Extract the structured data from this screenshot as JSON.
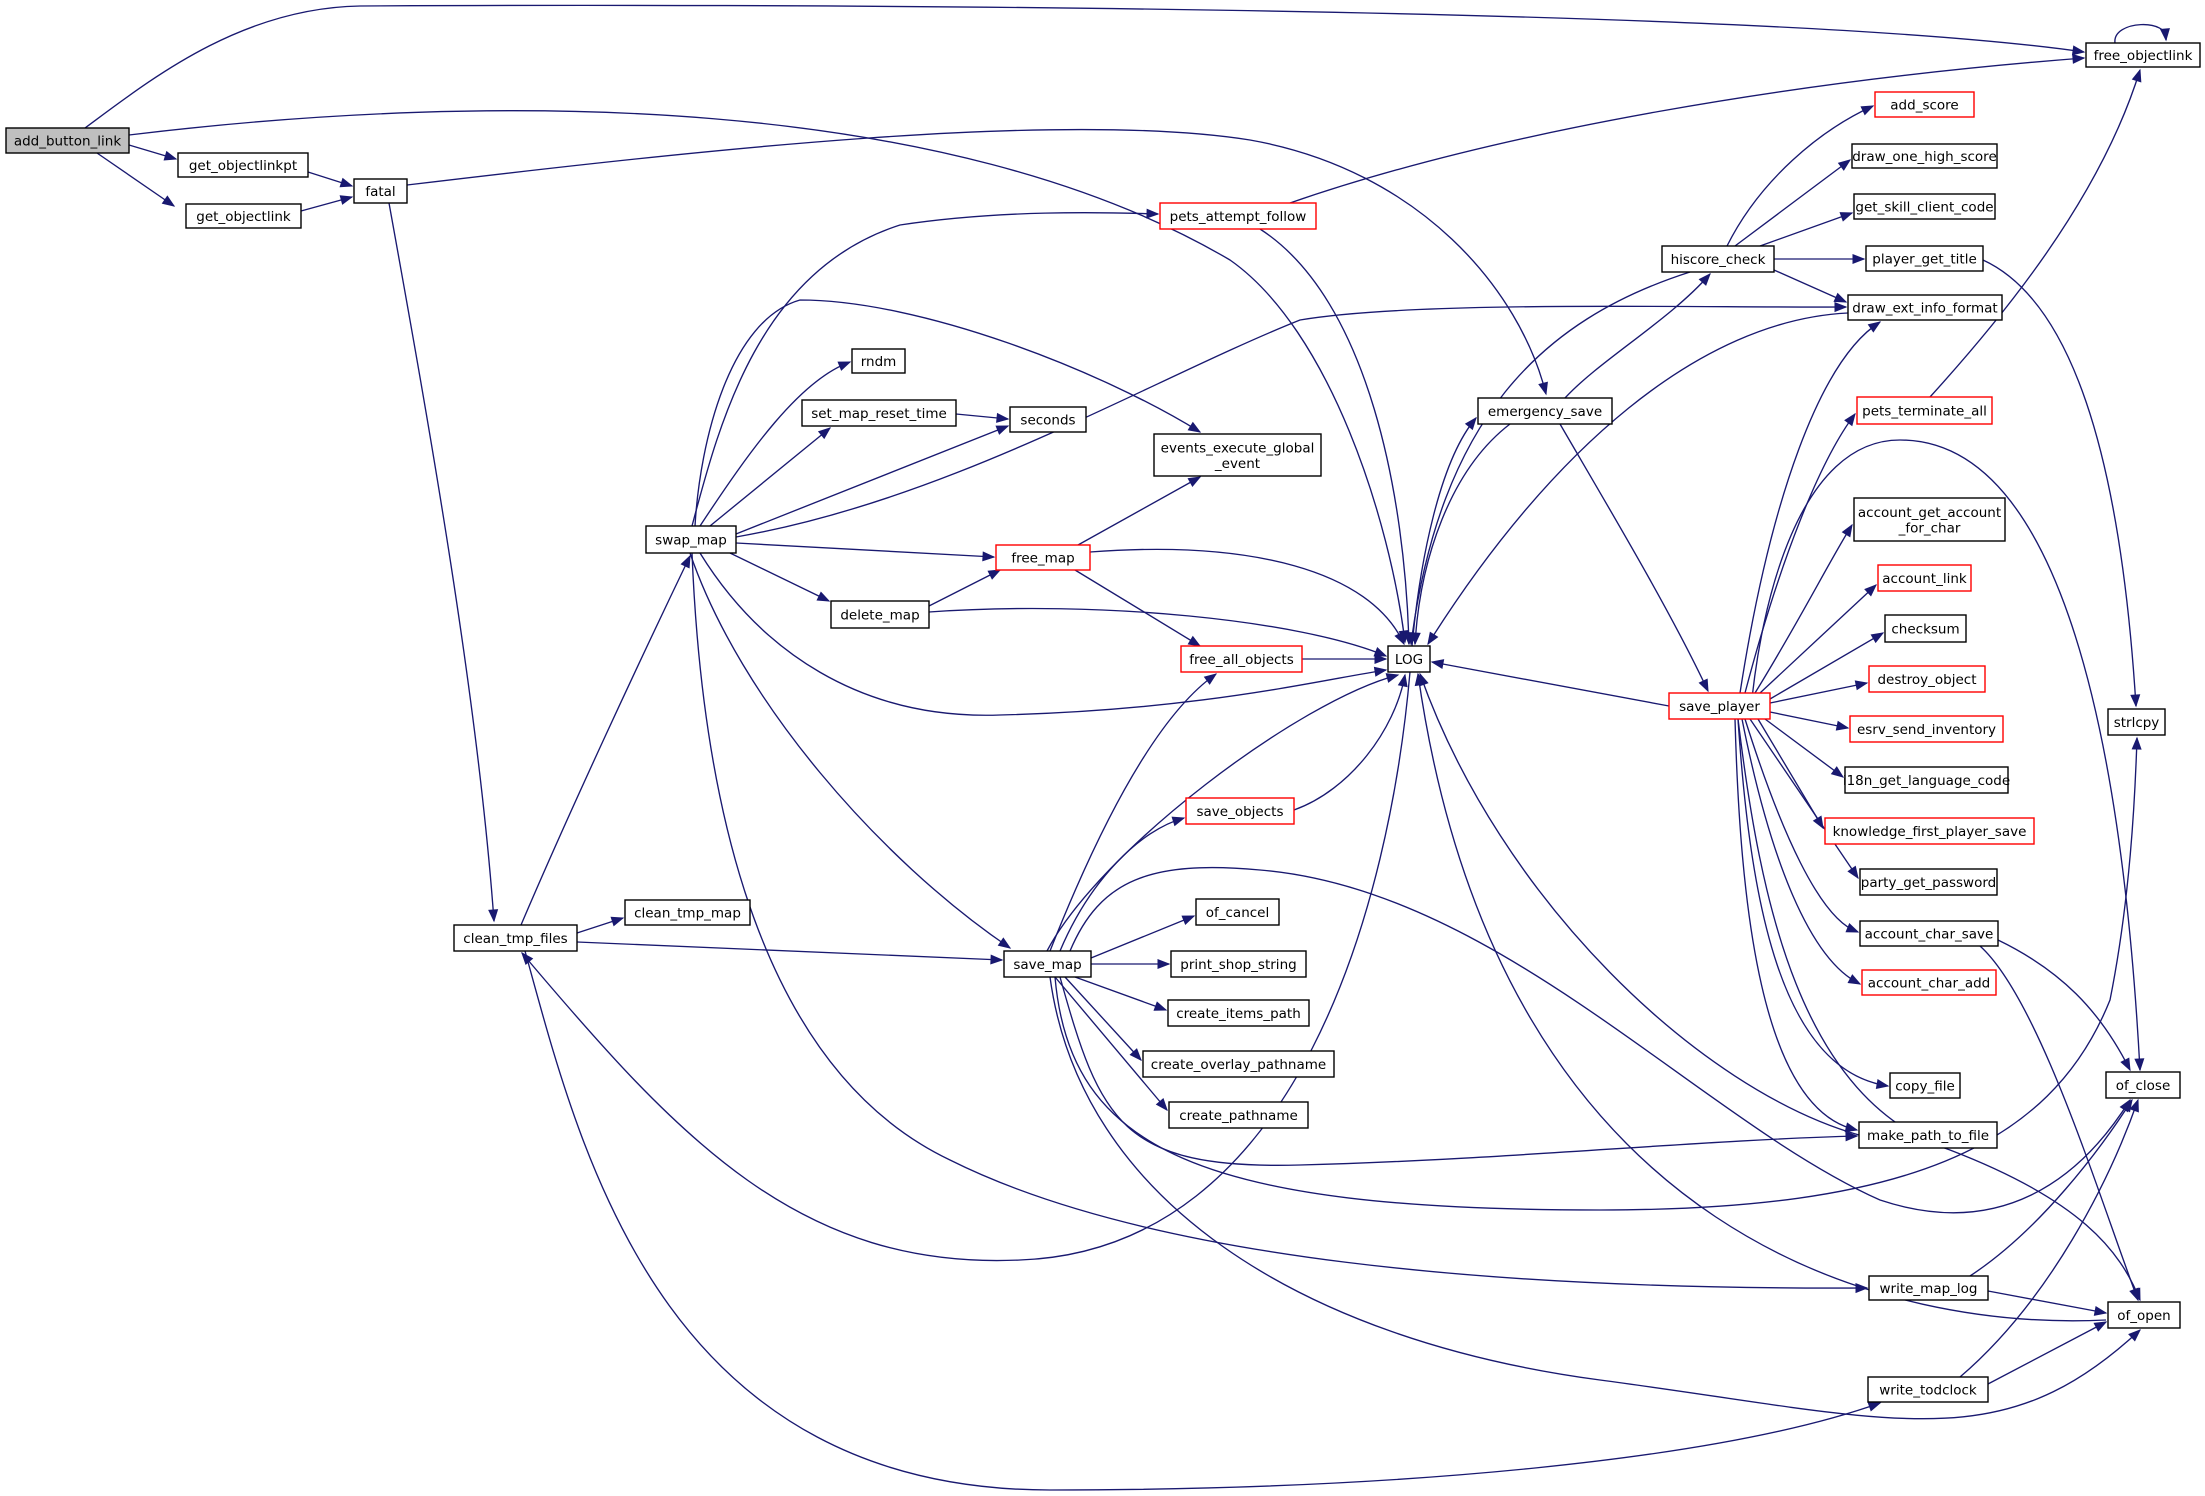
{
  "colors": {
    "edge": "#191970",
    "node_border": "#000000",
    "node_border_truncated": "#ff0000",
    "node_fill": "#ffffff",
    "root_fill": "#bfbfbf",
    "text": "#000000"
  },
  "nodes": [
    {
      "id": "add_button_link",
      "label": [
        "add_button_link"
      ],
      "style": "root"
    },
    {
      "id": "get_objectlinkpt",
      "label": [
        "get_objectlinkpt"
      ],
      "style": "normal"
    },
    {
      "id": "get_objectlink",
      "label": [
        "get_objectlink"
      ],
      "style": "normal"
    },
    {
      "id": "fatal",
      "label": [
        "fatal"
      ],
      "style": "normal"
    },
    {
      "id": "free_objectlink",
      "label": [
        "free_objectlink"
      ],
      "style": "normal"
    },
    {
      "id": "clean_tmp_files",
      "label": [
        "clean_tmp_files"
      ],
      "style": "normal"
    },
    {
      "id": "clean_tmp_map",
      "label": [
        "clean_tmp_map"
      ],
      "style": "normal"
    },
    {
      "id": "swap_map",
      "label": [
        "swap_map"
      ],
      "style": "normal"
    },
    {
      "id": "save_map",
      "label": [
        "save_map"
      ],
      "style": "normal"
    },
    {
      "id": "rndm",
      "label": [
        "rndm"
      ],
      "style": "normal"
    },
    {
      "id": "set_map_reset_time",
      "label": [
        "set_map_reset_time"
      ],
      "style": "normal"
    },
    {
      "id": "seconds",
      "label": [
        "seconds"
      ],
      "style": "normal"
    },
    {
      "id": "delete_map",
      "label": [
        "delete_map"
      ],
      "style": "normal"
    },
    {
      "id": "pets_attempt_follow",
      "label": [
        "pets_attempt_follow"
      ],
      "style": "truncated"
    },
    {
      "id": "events_execute_global_event",
      "label": [
        "events_execute_global",
        "_event"
      ],
      "style": "normal"
    },
    {
      "id": "free_map",
      "label": [
        "free_map"
      ],
      "style": "truncated"
    },
    {
      "id": "free_all_objects",
      "label": [
        "free_all_objects"
      ],
      "style": "truncated"
    },
    {
      "id": "save_objects",
      "label": [
        "save_objects"
      ],
      "style": "truncated"
    },
    {
      "id": "of_cancel",
      "label": [
        "of_cancel"
      ],
      "style": "normal"
    },
    {
      "id": "print_shop_string",
      "label": [
        "print_shop_string"
      ],
      "style": "normal"
    },
    {
      "id": "create_items_path",
      "label": [
        "create_items_path"
      ],
      "style": "normal"
    },
    {
      "id": "create_overlay_pathname",
      "label": [
        "create_overlay_pathname"
      ],
      "style": "normal"
    },
    {
      "id": "create_pathname",
      "label": [
        "create_pathname"
      ],
      "style": "normal"
    },
    {
      "id": "LOG",
      "label": [
        "LOG"
      ],
      "style": "normal"
    },
    {
      "id": "emergency_save",
      "label": [
        "emergency_save"
      ],
      "style": "normal"
    },
    {
      "id": "hiscore_check",
      "label": [
        "hiscore_check"
      ],
      "style": "normal"
    },
    {
      "id": "save_player",
      "label": [
        "save_player"
      ],
      "style": "truncated"
    },
    {
      "id": "add_score",
      "label": [
        "add_score"
      ],
      "style": "truncated"
    },
    {
      "id": "draw_one_high_score",
      "label": [
        "draw_one_high_score"
      ],
      "style": "normal"
    },
    {
      "id": "get_skill_client_code",
      "label": [
        "get_skill_client_code"
      ],
      "style": "normal"
    },
    {
      "id": "player_get_title",
      "label": [
        "player_get_title"
      ],
      "style": "normal"
    },
    {
      "id": "draw_ext_info_format",
      "label": [
        "draw_ext_info_format"
      ],
      "style": "normal"
    },
    {
      "id": "pets_terminate_all",
      "label": [
        "pets_terminate_all"
      ],
      "style": "truncated"
    },
    {
      "id": "account_get_account_for_char",
      "label": [
        "account_get_account",
        "_for_char"
      ],
      "style": "normal"
    },
    {
      "id": "account_link",
      "label": [
        "account_link"
      ],
      "style": "truncated"
    },
    {
      "id": "checksum",
      "label": [
        "checksum"
      ],
      "style": "normal"
    },
    {
      "id": "destroy_object",
      "label": [
        "destroy_object"
      ],
      "style": "truncated"
    },
    {
      "id": "esrv_send_inventory",
      "label": [
        "esrv_send_inventory"
      ],
      "style": "truncated"
    },
    {
      "id": "i18n_get_language_code",
      "label": [
        "i18n_get_language_code"
      ],
      "style": "normal"
    },
    {
      "id": "knowledge_first_player_save",
      "label": [
        "knowledge_first_player_save"
      ],
      "style": "truncated"
    },
    {
      "id": "party_get_password",
      "label": [
        "party_get_password"
      ],
      "style": "normal"
    },
    {
      "id": "account_char_save",
      "label": [
        "account_char_save"
      ],
      "style": "normal"
    },
    {
      "id": "account_char_add",
      "label": [
        "account_char_add"
      ],
      "style": "truncated"
    },
    {
      "id": "copy_file",
      "label": [
        "copy_file"
      ],
      "style": "normal"
    },
    {
      "id": "make_path_to_file",
      "label": [
        "make_path_to_file"
      ],
      "style": "normal"
    },
    {
      "id": "write_map_log",
      "label": [
        "write_map_log"
      ],
      "style": "normal"
    },
    {
      "id": "write_todclock",
      "label": [
        "write_todclock"
      ],
      "style": "normal"
    },
    {
      "id": "strlcpy",
      "label": [
        "strlcpy"
      ],
      "style": "normal"
    },
    {
      "id": "of_close",
      "label": [
        "of_close"
      ],
      "style": "normal"
    },
    {
      "id": "of_open",
      "label": [
        "of_open"
      ],
      "style": "normal"
    }
  ],
  "edges": [
    {
      "from": "add_button_link",
      "to": "get_objectlinkpt"
    },
    {
      "from": "add_button_link",
      "to": "get_objectlink"
    },
    {
      "from": "add_button_link",
      "to": "free_objectlink"
    },
    {
      "from": "add_button_link",
      "to": "LOG"
    },
    {
      "from": "get_objectlinkpt",
      "to": "fatal"
    },
    {
      "from": "get_objectlink",
      "to": "fatal"
    },
    {
      "from": "fatal",
      "to": "emergency_save"
    },
    {
      "from": "fatal",
      "to": "clean_tmp_files"
    },
    {
      "from": "free_objectlink",
      "to": "free_objectlink"
    },
    {
      "from": "clean_tmp_files",
      "to": "swap_map"
    },
    {
      "from": "clean_tmp_files",
      "to": "clean_tmp_map"
    },
    {
      "from": "clean_tmp_files",
      "to": "save_map"
    },
    {
      "from": "clean_tmp_files",
      "to": "write_todclock"
    },
    {
      "from": "swap_map",
      "to": "pets_attempt_follow"
    },
    {
      "from": "swap_map",
      "to": "events_execute_global_event"
    },
    {
      "from": "swap_map",
      "to": "rndm"
    },
    {
      "from": "swap_map",
      "to": "set_map_reset_time"
    },
    {
      "from": "swap_map",
      "to": "seconds"
    },
    {
      "from": "swap_map",
      "to": "draw_ext_info_format"
    },
    {
      "from": "swap_map",
      "to": "free_map"
    },
    {
      "from": "swap_map",
      "to": "delete_map"
    },
    {
      "from": "swap_map",
      "to": "LOG"
    },
    {
      "from": "swap_map",
      "to": "save_map"
    },
    {
      "from": "swap_map",
      "to": "write_map_log"
    },
    {
      "from": "set_map_reset_time",
      "to": "seconds"
    },
    {
      "from": "delete_map",
      "to": "free_map"
    },
    {
      "from": "delete_map",
      "to": "LOG"
    },
    {
      "from": "free_map",
      "to": "events_execute_global_event"
    },
    {
      "from": "free_map",
      "to": "LOG"
    },
    {
      "from": "free_map",
      "to": "free_all_objects"
    },
    {
      "from": "free_all_objects",
      "to": "LOG"
    },
    {
      "from": "pets_attempt_follow",
      "to": "free_objectlink"
    },
    {
      "from": "pets_attempt_follow",
      "to": "LOG"
    },
    {
      "from": "save_objects",
      "to": "LOG"
    },
    {
      "from": "save_map",
      "to": "free_all_objects"
    },
    {
      "from": "save_map",
      "to": "save_objects"
    },
    {
      "from": "save_map",
      "to": "LOG"
    },
    {
      "from": "save_map",
      "to": "of_cancel"
    },
    {
      "from": "save_map",
      "to": "print_shop_string"
    },
    {
      "from": "save_map",
      "to": "create_items_path"
    },
    {
      "from": "save_map",
      "to": "create_overlay_pathname"
    },
    {
      "from": "save_map",
      "to": "create_pathname"
    },
    {
      "from": "save_map",
      "to": "make_path_to_file"
    },
    {
      "from": "save_map",
      "to": "of_close"
    },
    {
      "from": "save_map",
      "to": "strlcpy"
    },
    {
      "from": "save_map",
      "to": "of_open"
    },
    {
      "from": "LOG",
      "to": "clean_tmp_files"
    },
    {
      "from": "LOG",
      "to": "emergency_save"
    },
    {
      "from": "emergency_save",
      "to": "LOG"
    },
    {
      "from": "emergency_save",
      "to": "hiscore_check"
    },
    {
      "from": "emergency_save",
      "to": "save_player"
    },
    {
      "from": "hiscore_check",
      "to": "LOG"
    },
    {
      "from": "hiscore_check",
      "to": "add_score"
    },
    {
      "from": "hiscore_check",
      "to": "draw_one_high_score"
    },
    {
      "from": "hiscore_check",
      "to": "get_skill_client_code"
    },
    {
      "from": "hiscore_check",
      "to": "player_get_title"
    },
    {
      "from": "hiscore_check",
      "to": "draw_ext_info_format"
    },
    {
      "from": "player_get_title",
      "to": "strlcpy"
    },
    {
      "from": "pets_terminate_all",
      "to": "free_objectlink"
    },
    {
      "from": "save_player",
      "to": "LOG"
    },
    {
      "from": "save_player",
      "to": "draw_ext_info_format"
    },
    {
      "from": "save_player",
      "to": "pets_terminate_all"
    },
    {
      "from": "save_player",
      "to": "account_get_account_for_char"
    },
    {
      "from": "save_player",
      "to": "account_link"
    },
    {
      "from": "save_player",
      "to": "checksum"
    },
    {
      "from": "save_player",
      "to": "destroy_object"
    },
    {
      "from": "save_player",
      "to": "esrv_send_inventory"
    },
    {
      "from": "save_player",
      "to": "i18n_get_language_code"
    },
    {
      "from": "save_player",
      "to": "knowledge_first_player_save"
    },
    {
      "from": "save_player",
      "to": "party_get_password"
    },
    {
      "from": "save_player",
      "to": "account_char_save"
    },
    {
      "from": "save_player",
      "to": "account_char_add"
    },
    {
      "from": "save_player",
      "to": "copy_file"
    },
    {
      "from": "save_player",
      "to": "make_path_to_file"
    },
    {
      "from": "save_player",
      "to": "of_close"
    },
    {
      "from": "save_player",
      "to": "of_open"
    },
    {
      "from": "draw_ext_info_format",
      "to": "LOG"
    },
    {
      "from": "make_path_to_file",
      "to": "LOG"
    },
    {
      "from": "account_char_save",
      "to": "of_close"
    },
    {
      "from": "account_char_save",
      "to": "of_open"
    },
    {
      "from": "write_map_log",
      "to": "of_close"
    },
    {
      "from": "write_map_log",
      "to": "of_open"
    },
    {
      "from": "write_todclock",
      "to": "of_close"
    },
    {
      "from": "write_todclock",
      "to": "of_open"
    },
    {
      "from": "of_open",
      "to": "LOG"
    }
  ]
}
